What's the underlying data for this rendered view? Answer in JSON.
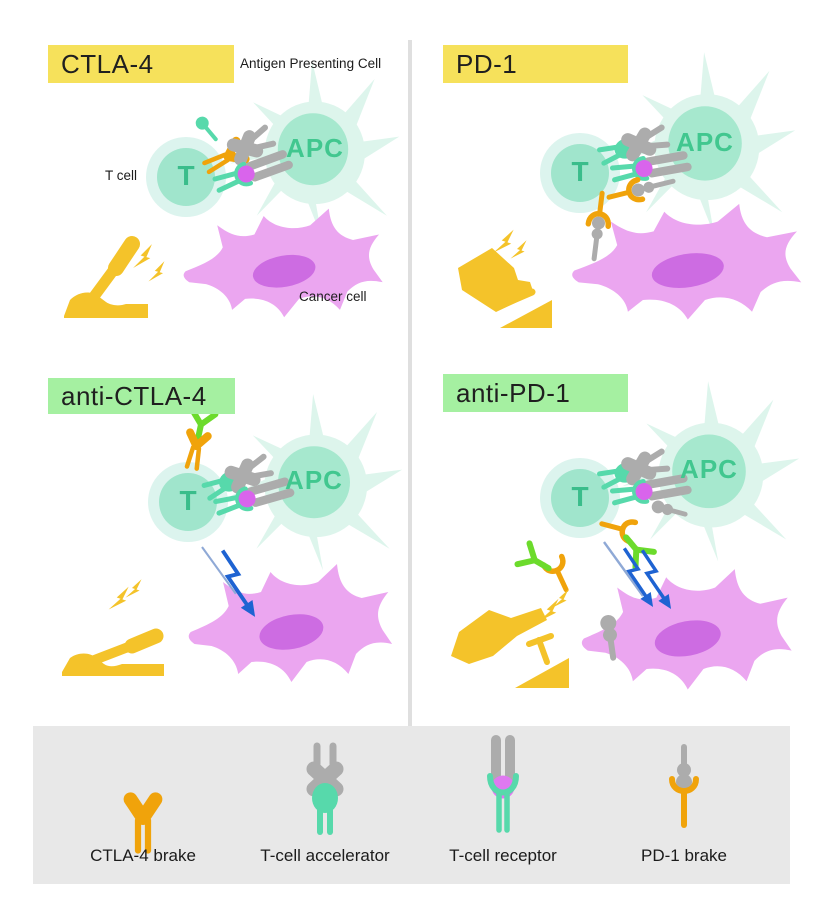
{
  "panels": {
    "ctla4": {
      "title": "CTLA-4",
      "apc_label": "Antigen Presenting Cell",
      "t_cell_label": "T cell",
      "cancer_label": "Cancer cell",
      "apc_text": "APC",
      "t_text": "T"
    },
    "pd1": {
      "title": "PD-1",
      "apc_text": "APC",
      "t_text": "T"
    },
    "anti_ctla4": {
      "title": "anti-CTLA-4",
      "apc_text": "APC",
      "t_text": "T"
    },
    "anti_pd1": {
      "title": "anti-PD-1",
      "apc_text": "APC",
      "t_text": "T"
    }
  },
  "legend": {
    "items": [
      {
        "label": "CTLA-4 brake"
      },
      {
        "label": "T-cell accelerator"
      },
      {
        "label": "T-cell receptor"
      },
      {
        "label": "PD-1 brake"
      }
    ]
  },
  "colors": {
    "title_yellow": "#f6e15b",
    "title_green": "#a5f0a1",
    "apc_body": "#ddf5ec",
    "apc_nucleus": "#a6e8ce",
    "tcell_outer": "#dcf4ee",
    "tcell_inner": "#a0e5cc",
    "cancer_body": "#eba6f0",
    "cancer_nucleus": "#cd6ce2",
    "receptor_teal": "#57d9ab",
    "ligand_gray": "#acacac",
    "brake_orange": "#f0a30b",
    "pedal_gold": "#f4c32a",
    "antibody_green": "#6cdb2c",
    "tcr_magenta": "#d964ec",
    "attack_blue": "#1e63d2",
    "legend_bg": "#e8e8e8"
  }
}
